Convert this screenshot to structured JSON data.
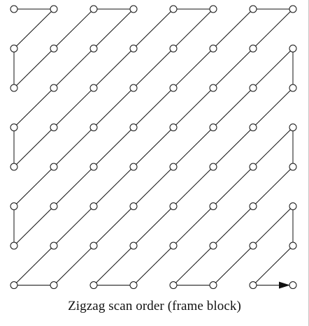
{
  "caption": "Zigzag scan order (frame block)",
  "grid": {
    "rows": 8,
    "cols": 8
  },
  "scan": {
    "pattern": "zigzag",
    "start_cell": [
      0,
      0
    ],
    "end_cell": [
      7,
      7
    ],
    "end_marker": "arrowhead"
  },
  "colors": {
    "line": "#111111",
    "node": "#111111",
    "background": "#ffffff",
    "caption": "#111111"
  }
}
